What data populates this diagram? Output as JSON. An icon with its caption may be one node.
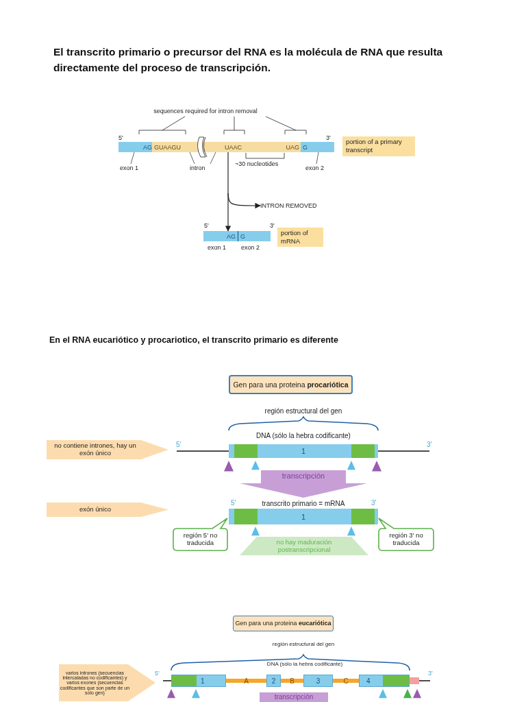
{
  "diagram": {
    "title": "El transcrito primario o precursor del RNA es la molécula de RNA que resulta directamente del proceso de transcripción.",
    "nodes": [
      {
        "text": [
          "AG",
          "GUAAGU",
          "UAAC",
          "UAG",
          "G"
        ]
      },
      {
        "text": [
          "portion of a primary transcript"
        ]
      },
      {
        "text": [
          "exon 1"
        ]
      },
      {
        "text": [
          "intron"
        ]
      },
      {
        "text": [
          "exon 2"
        ]
      },
      {
        "text": [
          "INTRON REMOVED"
        ]
      },
      {
        "text": [
          "AG",
          "G"
        ]
      },
      {
        "text": [
          "portion of mRNA"
        ]
      },
      {
        "text": [
          "Gen para una proteina **procariótica**"
        ]
      },
      {
        "text": [
          "no contiene intrones, hay un exón único"
        ]
      },
      {
        "text": [
          "1"
        ]
      },
      {
        "text": [
          "exón único"
        ]
      },
      {
        "text": [
          "1"
        ]
      },
      {
        "text": [
          "región 5' no traducida"
        ]
      },
      {
        "text": [
          "no hay maduración postranscripcional"
        ]
      },
      {
        "text": [
          "región 3' no traducida"
        ]
      },
      {
        "text": [
          "Gen para una proteina **eucariótica**"
        ]
      },
      {
        "text": [
          "varios intrones (secuencias intercaladas no codificantes) y varios exones (secuencias codificantes que son parte de un solo gen)"
        ]
      },
      {
        "text": [
          "1",
          "A",
          "2",
          "B",
          "3",
          "C",
          "4"
        ]
      },
      {
        "text": [
          "transcripción"
        ]
      }
    ],
    "edges": [
      {
        "from": 0,
        "to": 6,
        "arrow": "to"
      },
      {
        "from": null,
        "to": 5,
        "arrow": "to"
      },
      {
        "from": 2,
        "to": 0,
        "arrow": "none"
      },
      {
        "from": 3,
        "to": 0,
        "arrow": "none"
      },
      {
        "from": 3,
        "to": 0,
        "arrow": "none"
      },
      {
        "from": 4,
        "to": 0,
        "arrow": "none"
      },
      {
        "from": 10,
        "to": 12,
        "arrow": "to",
        "label": "transcripción",
        "style": "thick",
        "color": "#c79fd6"
      }
    ],
    "labels": [
      "sequences required for intron removal",
      "5'",
      "3'",
      "~30 nucleotides",
      "5'",
      "3'",
      "exon 1",
      "exon 2",
      "En el RNA eucariótico y procariotico, el transcrito primario es diferente",
      "región estructural del gen",
      "DNA (sólo la hebra codificante)",
      "5'",
      "3'",
      "5'",
      "transcrito primario = mRNA",
      "3'",
      "región estructural del gen",
      "DNA (sólo la hebra codificante)",
      "5'",
      "3'"
    ]
  }
}
